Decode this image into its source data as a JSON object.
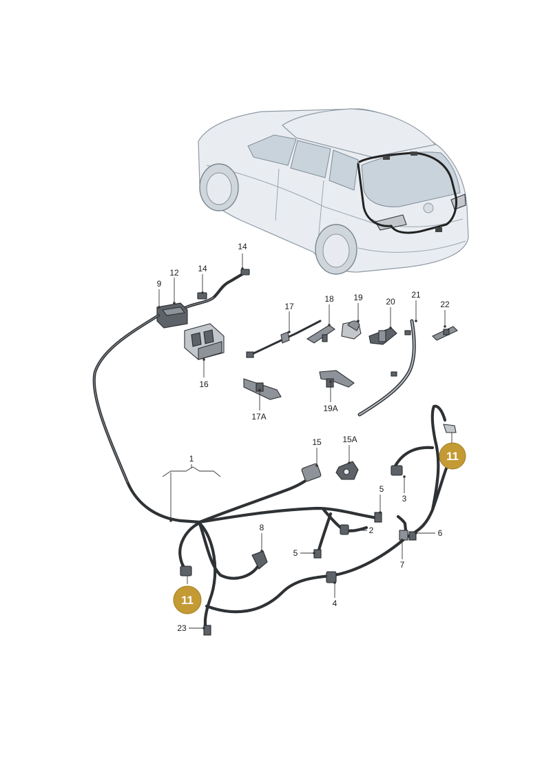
{
  "callouts": {
    "c1": "1",
    "c2": "2",
    "c3": "3",
    "c4": "4",
    "c5a": "5",
    "c5b": "5",
    "c6": "6",
    "c7": "7",
    "c8": "8",
    "c9": "9",
    "c12": "12",
    "c14a": "14",
    "c14b": "14",
    "c15": "15",
    "c15a": "15A",
    "c16": "16",
    "c17": "17",
    "c17a": "17A",
    "c18": "18",
    "c19": "19",
    "c19a": "19A",
    "c20": "20",
    "c21": "21",
    "c22": "22",
    "c23": "23"
  },
  "badges": {
    "b11a": "11",
    "b11b": "11"
  },
  "colors": {
    "badge": "#c49a34",
    "harness": "#2f3235",
    "vehicle": "#e9edf1"
  }
}
